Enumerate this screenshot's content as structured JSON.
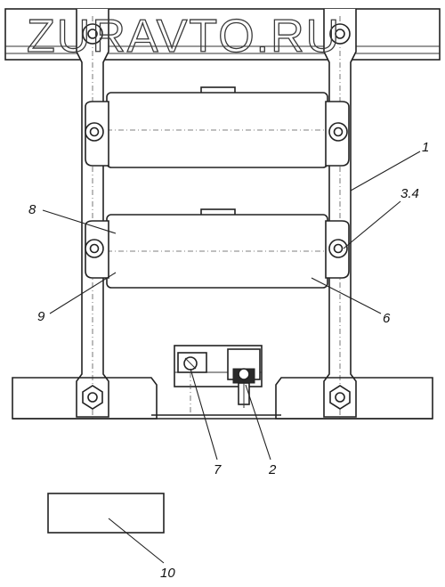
{
  "watermark": "ZURAVTO.RU",
  "callouts": {
    "c1": "1",
    "c34": "3.4",
    "c8": "8",
    "c9": "9",
    "c6": "6",
    "c7": "7",
    "c2": "2",
    "c10": "10"
  }
}
